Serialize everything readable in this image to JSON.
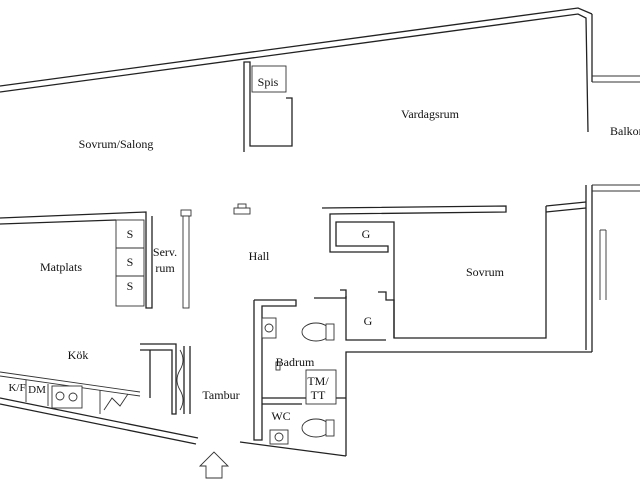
{
  "rooms": {
    "spis": "Spis",
    "vardagsrum": "Vardagsrum",
    "balkong": "Balkong",
    "sovrum_salong": "Sovrum/Salong",
    "hall": "Hall",
    "serv_1": "Serv.",
    "serv_2": "rum",
    "matplats": "Matplats",
    "sovrum": "Sovrum",
    "kok": "Kök",
    "tambur": "Tambur",
    "badrum": "Badrum",
    "wc": "WC",
    "tm_1": "TM/",
    "tm_2": "TT",
    "kf": "K/F",
    "dm": "DM",
    "g1": "G",
    "g2": "G",
    "s1": "S",
    "s2": "S",
    "s3": "S"
  }
}
